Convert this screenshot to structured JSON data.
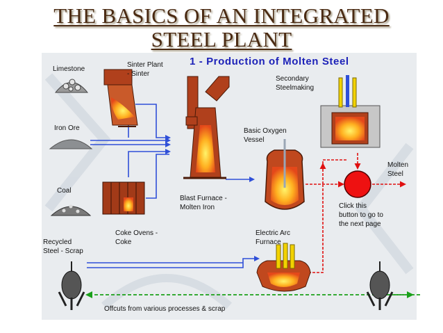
{
  "title": {
    "line1": "THE BASICS OF AN INTEGRATED",
    "line2": "STEEL PLANT"
  },
  "subtitle": "1 - Production of Molten Steel",
  "labels": {
    "limestone": "Limestone",
    "sinter_plant_line1": "Sinter Plant",
    "sinter_plant_line2": "- Sinter",
    "iron_ore": "Iron Ore",
    "coal": "Coal",
    "coke_ovens_line1": "Coke Ovens -",
    "coke_ovens_line2": "Coke",
    "recycled_line1": "Recycled",
    "recycled_line2": "Steel - Scrap",
    "blast_furnace_line1": "Blast Furnace -",
    "blast_furnace_line2": "Molten Iron",
    "bov_line1": "Basic Oxygen",
    "bov_line2": "Vessel",
    "secondary_line1": "Secondary",
    "secondary_line2": "Steelmaking",
    "eaf_line1": "Electric Arc",
    "eaf_line2": "Furnace",
    "molten_line1": "Molten",
    "molten_line2": "Steel",
    "click_line1": "Click this",
    "click_line2": "button to go to",
    "click_line3": "the next page",
    "offcuts": "Offcuts from various processes & scrap"
  },
  "colors": {
    "title": "#4a2a12",
    "subtitle": "#1d22b8",
    "blue_arrow": "#2f4fd8",
    "red_arrow": "#e01010",
    "green_arrow": "#1aa01a",
    "furnace": "#b0401c",
    "button": "#ee1111"
  }
}
